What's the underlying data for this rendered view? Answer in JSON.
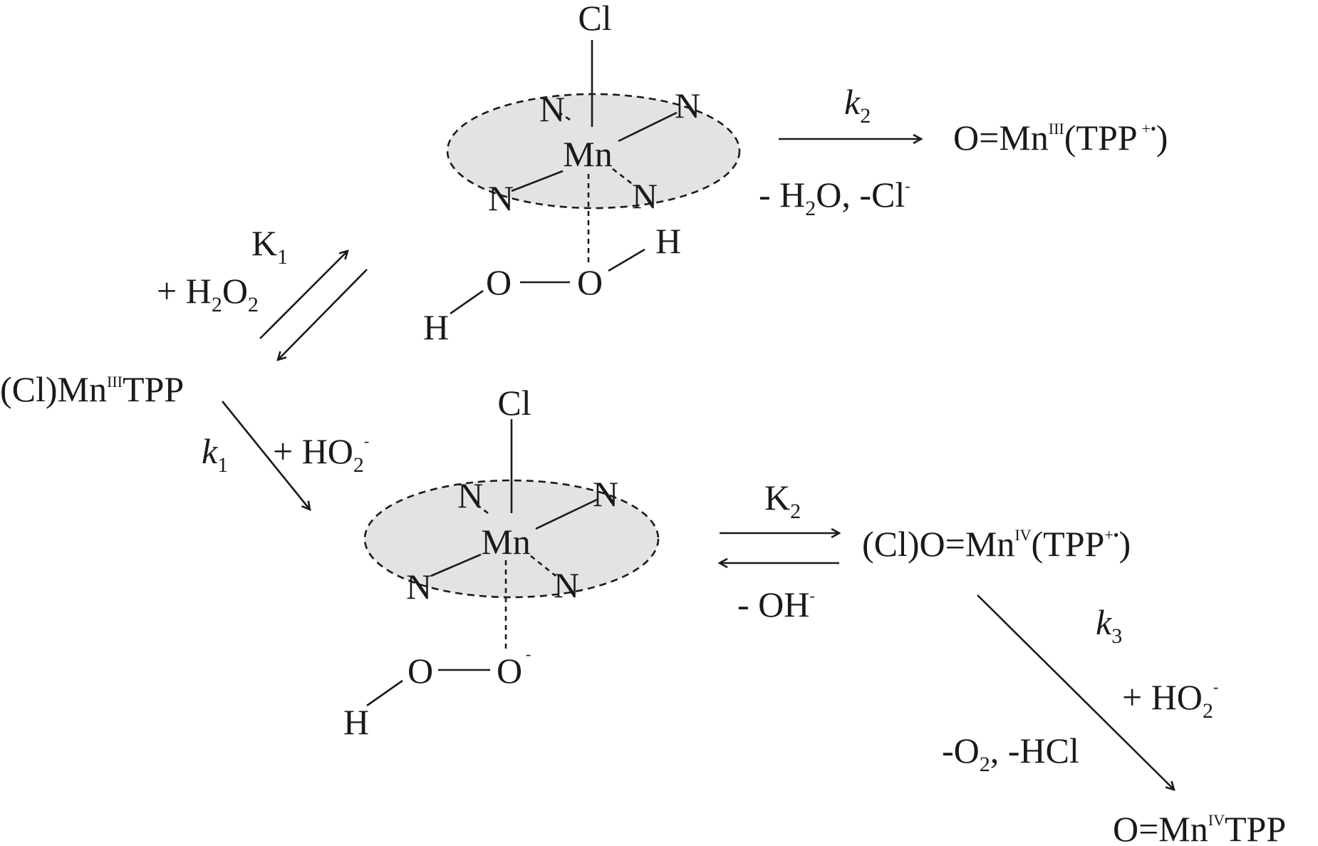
{
  "complex_top": {
    "cl": "Cl",
    "mn": "Mn",
    "n": "N",
    "o1": "O",
    "o2": "O",
    "h1": "H",
    "h2": "H"
  },
  "complex_bottom": {
    "cl": "Cl",
    "mn": "Mn",
    "n": "N",
    "o1": "O",
    "o2": "O",
    "o_charge": "-",
    "h1": "H"
  },
  "species": {
    "start": {
      "a": "(Cl)Mn",
      "sup": "III",
      "b": "TPP"
    },
    "product_k2": {
      "a": "O=Mn",
      "sup": "III",
      "b": "(TPP",
      "plus": "+",
      "dot": "•",
      "c": ")"
    },
    "intermediate_K2": {
      "a": "(Cl)O=Mn",
      "sup": "IV",
      "b": "(TPP",
      "plus": "+",
      "dot": "•",
      "c": ")"
    },
    "product_k3": {
      "a": "O=Mn",
      "sup": "IV",
      "b": "TPP"
    }
  },
  "labels": {
    "K1": {
      "main": "K",
      "sub": "1"
    },
    "h2o2": {
      "a": "+ H",
      "s1": "2",
      "b": "O",
      "s2": "2"
    },
    "k1": {
      "main": "k",
      "sub": "1"
    },
    "ho2_1": {
      "a": "+ HO",
      "s": "2",
      "sup": "-"
    },
    "k2": {
      "main": "k",
      "sub": "2"
    },
    "loss_k2": {
      "a": "- H",
      "s": "2",
      "b": "O, -Cl",
      "sup": "-"
    },
    "K2": {
      "main": "K",
      "sub": "2"
    },
    "oh": {
      "a": "- OH",
      "sup": "-"
    },
    "k3": {
      "main": "k",
      "sub": "3"
    },
    "ho2_2": {
      "a": "+ HO",
      "s": "2",
      "sup": "-"
    },
    "loss_k3": {
      "a": "-O",
      "s": "2",
      "b": ", -HCl"
    }
  }
}
